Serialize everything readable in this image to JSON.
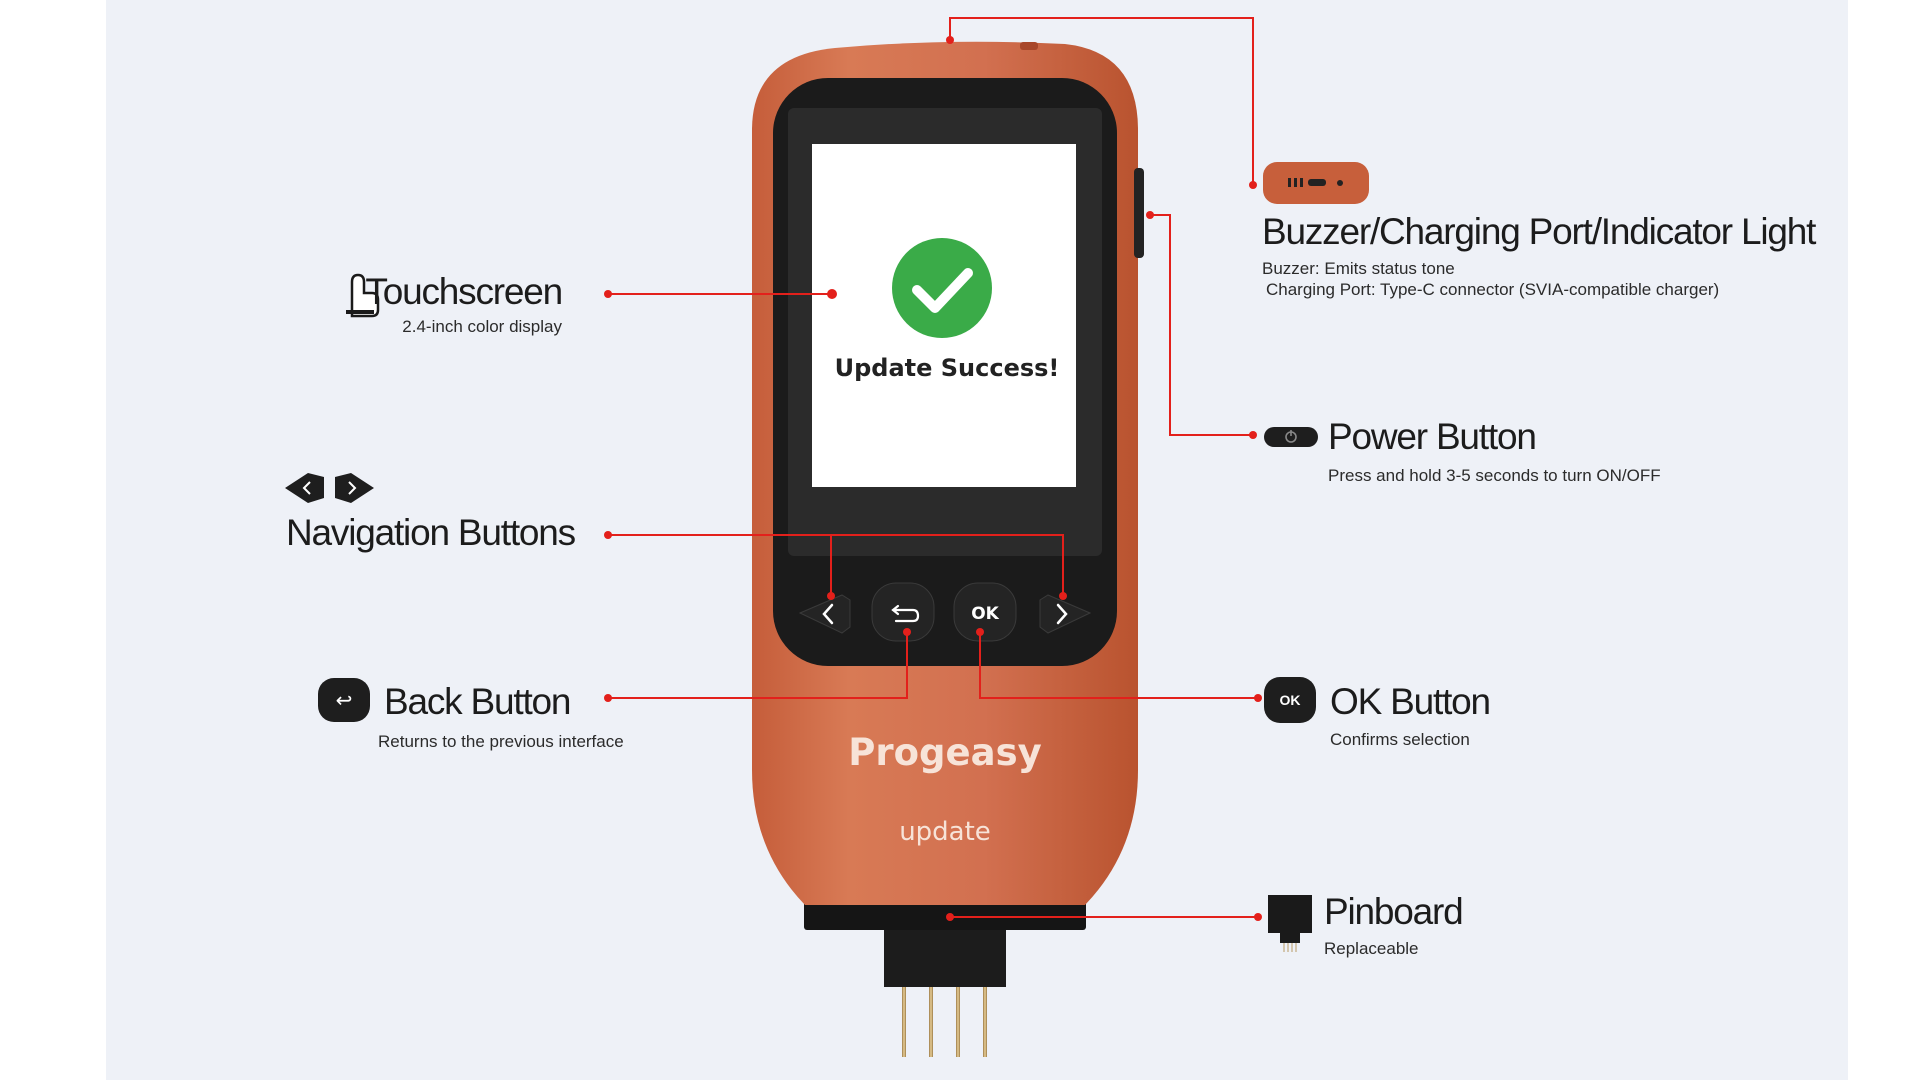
{
  "device": {
    "screen_message": "Update Success!",
    "brand": "Progeasy",
    "model": "update",
    "ok_key": "OK",
    "body_color": "#cf6d48",
    "accent_color": "#e3201b",
    "success_color": "#3aab48"
  },
  "callouts": {
    "touchscreen": {
      "title": "Touchscreen",
      "subtitle": "2.4-inch color display"
    },
    "navigation": {
      "title": "Navigation Buttons"
    },
    "back": {
      "title": "Back Button",
      "subtitle": "Returns to the previous interface"
    },
    "buzzer": {
      "title": "Buzzer/Charging Port/Indicator Light",
      "line1": "Buzzer: Emits status tone",
      "line2": "Charging Port: Type-C connector (SVIA-compatible charger)"
    },
    "power": {
      "title": "Power Button",
      "subtitle": "Press and hold 3-5 seconds to turn ON/OFF"
    },
    "ok": {
      "title": "OK Button",
      "subtitle": "Confirms selection",
      "icon_text": "OK"
    },
    "pinboard": {
      "title": "Pinboard",
      "subtitle": "Replaceable"
    }
  },
  "icons": [
    "hand-pointer-icon",
    "chevron-left-icon",
    "chevron-right-icon",
    "back-arrow-icon",
    "power-icon",
    "checkmark-icon",
    "pinboard-icon"
  ]
}
